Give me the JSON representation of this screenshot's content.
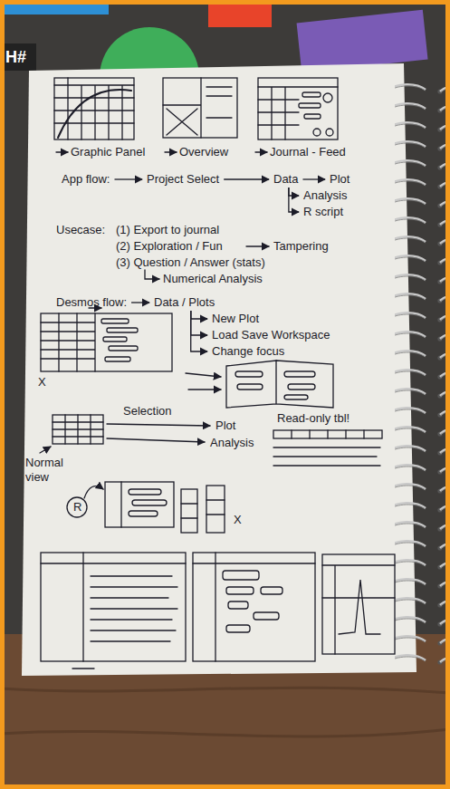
{
  "diagram": {
    "nodes": [
      {
        "text": [
          "App flow:"
        ]
      },
      {
        "text": [
          "Project Select"
        ]
      },
      {
        "text": [
          "Data"
        ]
      },
      {
        "text": [
          "Plot"
        ]
      },
      {
        "text": [
          "Analysis"
        ]
      },
      {
        "text": [
          "R script"
        ]
      },
      {
        "text": [
          "Desmos flow:"
        ]
      },
      {
        "text": [
          "Data / Plots"
        ]
      },
      {
        "text": [
          "New Plot"
        ]
      },
      {
        "text": [
          "Load Save Workspace"
        ]
      },
      {
        "text": [
          "Change focus"
        ]
      }
    ],
    "edges": [
      {
        "from": 0,
        "to": 1,
        "arrow": "to"
      },
      {
        "from": 1,
        "to": 2,
        "arrow": "to"
      },
      {
        "from": 2,
        "to": 3,
        "arrow": "to"
      },
      {
        "from": 2,
        "to": 4,
        "arrow": "to"
      },
      {
        "from": 2,
        "to": 5,
        "arrow": "to"
      },
      {
        "from": 6,
        "to": 7,
        "arrow": "to"
      },
      {
        "from": 7,
        "to": 8,
        "arrow": "to"
      },
      {
        "from": 7,
        "to": 9,
        "arrow": "to"
      },
      {
        "from": 7,
        "to": 10,
        "arrow": "to"
      }
    ],
    "labels": [
      "H#",
      "Graphic Panel",
      "Overview",
      "Journal - Feed",
      "Usecase:",
      "(1) Export to journal",
      "(2) Exploration / Fun",
      "Tampering",
      "(3) Question / Answer (stats)",
      "Numerical Analysis",
      "X",
      "Selection",
      "Plot",
      "Analysis",
      "Read-only tbl!",
      "Normal view",
      "R",
      "X"
    ]
  }
}
